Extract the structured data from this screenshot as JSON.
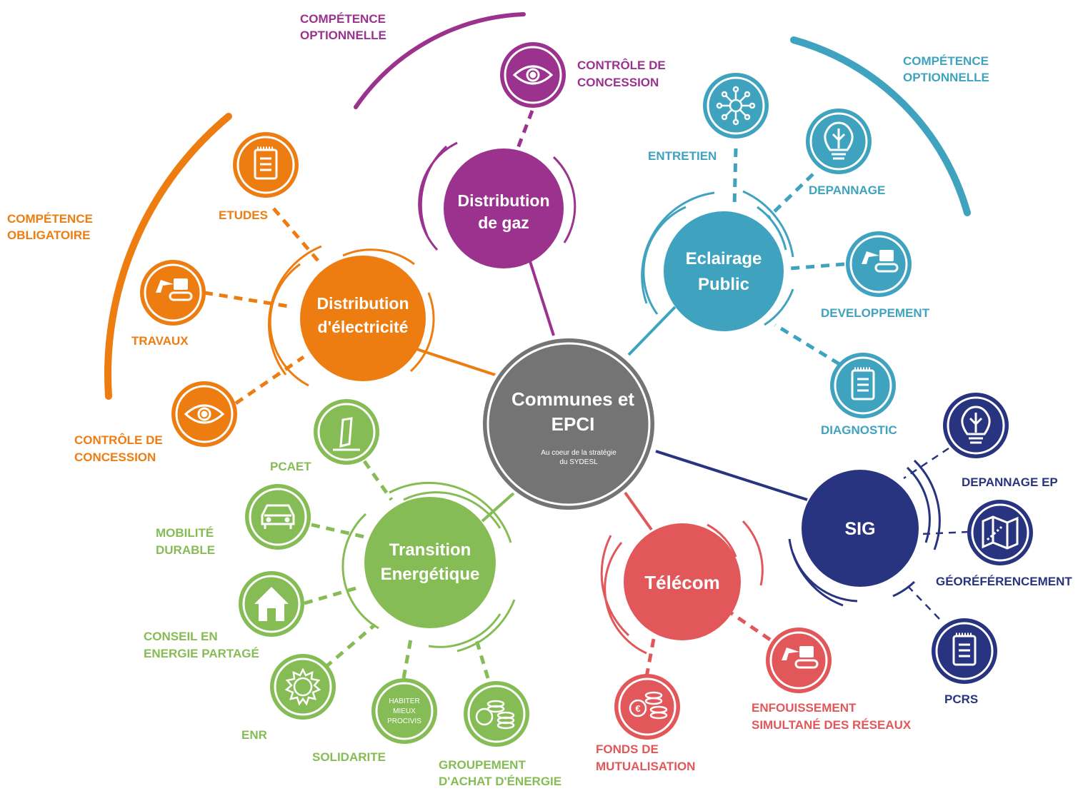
{
  "colors": {
    "orange": "#EE7D11",
    "purple": "#9B338E",
    "teal": "#3FA3BF",
    "navy": "#283480",
    "red": "#E2575A",
    "green": "#86BC55",
    "grey": "#747474"
  },
  "center": {
    "title_line1": "Communes et",
    "title_line2": "EPCI",
    "subtitle_line1": "Au coeur de la stratégie",
    "subtitle_line2": "du SYDESL"
  },
  "hubs": {
    "electricite": {
      "line1": "Distribution",
      "line2": "d'électricité"
    },
    "gaz": {
      "line1": "Distribution",
      "line2": "de gaz"
    },
    "eclairage": {
      "line1": "Eclairage",
      "line2": "Public"
    },
    "sig": {
      "line1": "SIG"
    },
    "telecom": {
      "line1": "Télécom"
    },
    "transition": {
      "line1": "Transition",
      "line2": "Energétique"
    }
  },
  "arc_labels": {
    "obligatoire": {
      "line1": "COMPÉTENCE",
      "line2": "OBLIGATOIRE"
    },
    "optionnelle_gaz": {
      "line1": "COMPÉTENCE",
      "line2": "OPTIONNELLE"
    },
    "optionnelle_ep": {
      "line1": "COMPÉTENCE",
      "line2": "OPTIONNELLE"
    }
  },
  "labels": {
    "etudes": "ETUDES",
    "travaux": "TRAVAUX",
    "controle_elec_1": "CONTRÔLE DE",
    "controle_elec_2": "CONCESSION",
    "controle_gaz_1": "CONTRÔLE DE",
    "controle_gaz_2": "CONCESSION",
    "entretien": "ENTRETIEN",
    "depannage": "DEPANNAGE",
    "developpement": "DEVELOPPEMENT",
    "diagnostic": "DIAGNOSTIC",
    "depannage_ep": "DEPANNAGE EP",
    "georef": "GÉORÉFÉRENCEMENT",
    "pcrs": "PCRS",
    "enfouissement_1": "ENFOUISSEMENT",
    "enfouissement_2": "SIMULTANÉ DES RÉSEAUX",
    "fonds_1": "FONDS DE",
    "fonds_2": "MUTUALISATION",
    "pcaet": "PCAET",
    "mobilite_1": "MOBILITÉ",
    "mobilite_2": "DURABLE",
    "conseil_1": "CONSEIL EN",
    "conseil_2": "ENERGIE PARTAGÉ",
    "enr": "ENR",
    "solidarite": "SOLIDARITE",
    "groupement_1": "GROUPEMENT",
    "groupement_2": "D'ACHAT D'ÉNERGIE",
    "habiter_1": "HABITER",
    "habiter_2": "MIEUX",
    "habiter_3": "PROCIVIS"
  }
}
